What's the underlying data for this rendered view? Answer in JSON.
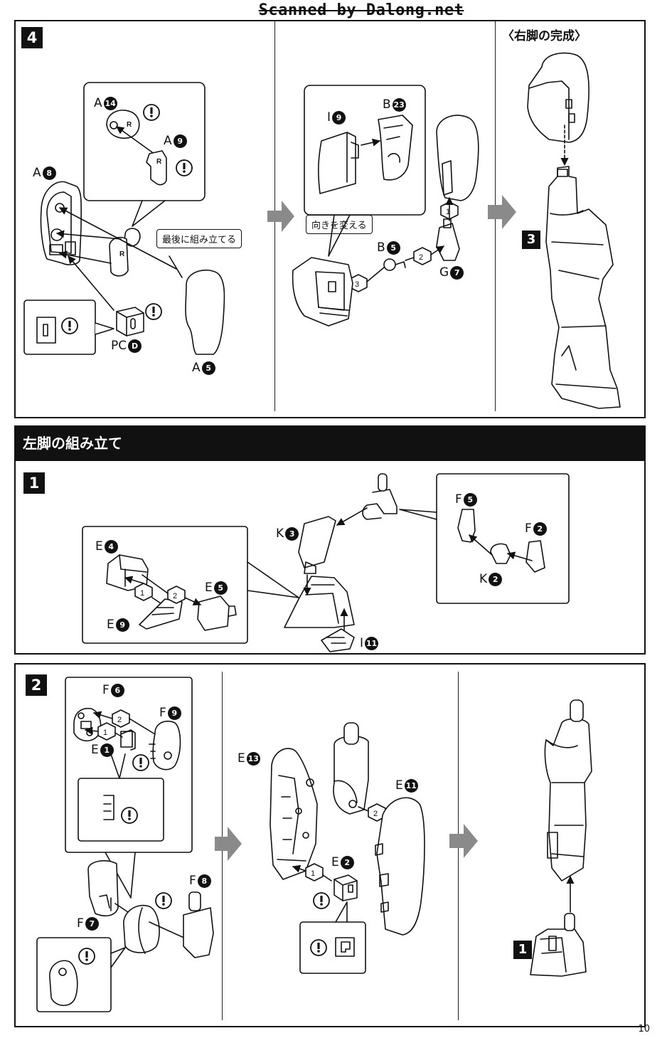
{
  "watermark": "Scanned by Dalong.net",
  "page_number": "10",
  "right_leg": {
    "step_label": "4",
    "complete_heading": "〈右脚の完成〉",
    "callout_last": "最後に組み立てる",
    "callout_turn": "向きを変える",
    "ref_step": "3",
    "parts": [
      {
        "letter": "A",
        "num": "14"
      },
      {
        "letter": "A",
        "num": "9"
      },
      {
        "letter": "A",
        "num": "8"
      },
      {
        "letter": "PC",
        "num": "D"
      },
      {
        "letter": "A",
        "num": "5"
      },
      {
        "letter": "I",
        "num": "9"
      },
      {
        "letter": "B",
        "num": "23"
      },
      {
        "letter": "B",
        "num": "5"
      },
      {
        "letter": "G",
        "num": "7"
      }
    ],
    "sequence": [
      "1",
      "2",
      "3"
    ]
  },
  "left_leg": {
    "section_title": "左脚の組み立て",
    "step1": {
      "label": "1",
      "parts": [
        {
          "letter": "E",
          "num": "4"
        },
        {
          "letter": "E",
          "num": "5"
        },
        {
          "letter": "E",
          "num": "9"
        },
        {
          "letter": "K",
          "num": "3"
        },
        {
          "letter": "I",
          "num": "11"
        },
        {
          "letter": "F",
          "num": "5"
        },
        {
          "letter": "F",
          "num": "2"
        },
        {
          "letter": "K",
          "num": "2"
        }
      ],
      "sequence": [
        "1",
        "2"
      ]
    },
    "step2": {
      "label": "2",
      "ref_step": "1",
      "parts": [
        {
          "letter": "F",
          "num": "6"
        },
        {
          "letter": "F",
          "num": "9"
        },
        {
          "letter": "E",
          "num": "1"
        },
        {
          "letter": "F",
          "num": "7"
        },
        {
          "letter": "F",
          "num": "8"
        },
        {
          "letter": "E",
          "num": "13"
        },
        {
          "letter": "E",
          "num": "11"
        },
        {
          "letter": "E",
          "num": "2"
        }
      ],
      "sequence": [
        "1",
        "2"
      ]
    }
  },
  "colors": {
    "ink": "#111111",
    "paper": "#ffffff",
    "arrow_gray": "#8a8a8a"
  }
}
